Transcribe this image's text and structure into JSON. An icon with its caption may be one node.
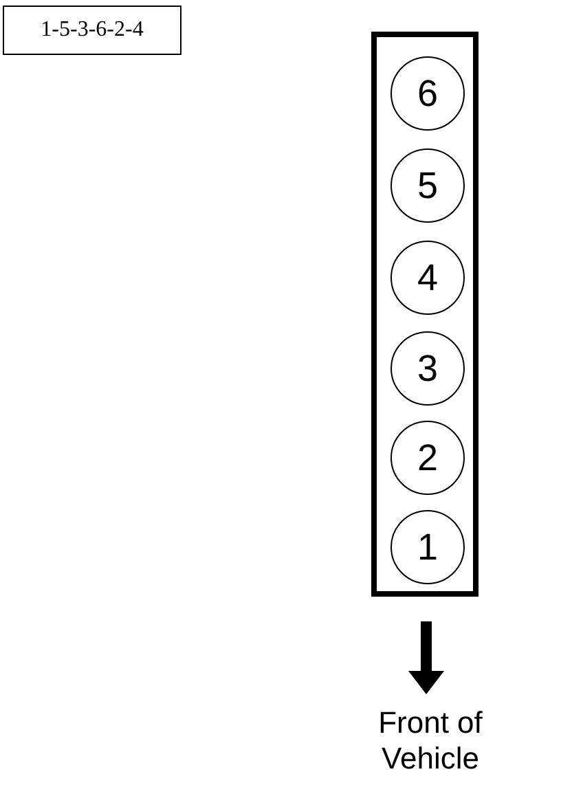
{
  "diagram": {
    "nodes": [
      {
        "text": [
          "1-5-3-6-2-4"
        ]
      },
      {
        "text": [],
        "shape": "box"
      },
      {
        "text": [
          "6"
        ],
        "in": 1
      },
      {
        "text": [
          "5"
        ],
        "in": 1
      },
      {
        "text": [
          "4"
        ],
        "in": 1
      },
      {
        "text": [
          "3"
        ],
        "in": 1
      },
      {
        "text": [
          "2"
        ],
        "in": 1
      },
      {
        "text": [
          "1"
        ],
        "in": 1
      }
    ],
    "edges": [],
    "labels": [
      "Front of Vehicle"
    ]
  }
}
